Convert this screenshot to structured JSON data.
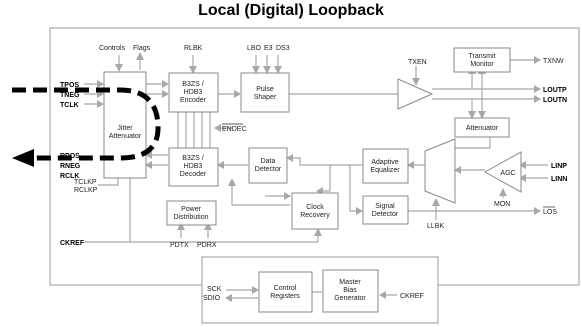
{
  "title": "Local (Digital) Loopback",
  "blocks": {
    "jitter": [
      "Jitter",
      "Attenuator"
    ],
    "encoder": [
      "B3ZS /",
      "HDB3",
      "Encoder"
    ],
    "decoder": [
      "B3ZS /",
      "HDB3",
      "Decoder"
    ],
    "pulse": [
      "Pulse",
      "Shaper"
    ],
    "monitor": [
      "Transmit",
      "Monitor"
    ],
    "attenuator": [
      "Attenuator"
    ],
    "data_detector": [
      "Data",
      "Detector"
    ],
    "equalizer": [
      "Adaptive",
      "Equalizer"
    ],
    "agc": [
      "AGC"
    ],
    "power": [
      "Power",
      "Distribution"
    ],
    "clock": [
      "Clock",
      "Recovery"
    ],
    "signal": [
      "Signal",
      "Detector"
    ],
    "control": [
      "Control",
      "Registers"
    ],
    "bias": [
      "Master",
      "Bias",
      "Generator"
    ]
  },
  "labels": {
    "controls": "Controls",
    "flags": "Flags",
    "rlbk": "RLBK",
    "lbo": "LBO",
    "e3": "E3",
    "ds3": "DS3",
    "txen": "TXEN",
    "txnw": "TXNW",
    "loutp": "LOUTP",
    "loutn": "LOUTN",
    "endec": "ENDEC",
    "linp": "LINP",
    "linn": "LINN",
    "mon": "MON",
    "llbk": "LLBK",
    "los": "LOS",
    "tpos": "TPOS",
    "tneg": "TNEG",
    "tclk": "TCLK",
    "rpos": "RPOS",
    "rneg": "RNEG",
    "rclk": "RCLK",
    "tclkp": "TCLKP",
    "rclkp": "RCLKP",
    "ckref": "CKREF",
    "pdtx": "PDTX",
    "pdrx": "PDRX",
    "sck": "SCK",
    "sdio": "SDIO",
    "ckref2": "CKREF"
  }
}
